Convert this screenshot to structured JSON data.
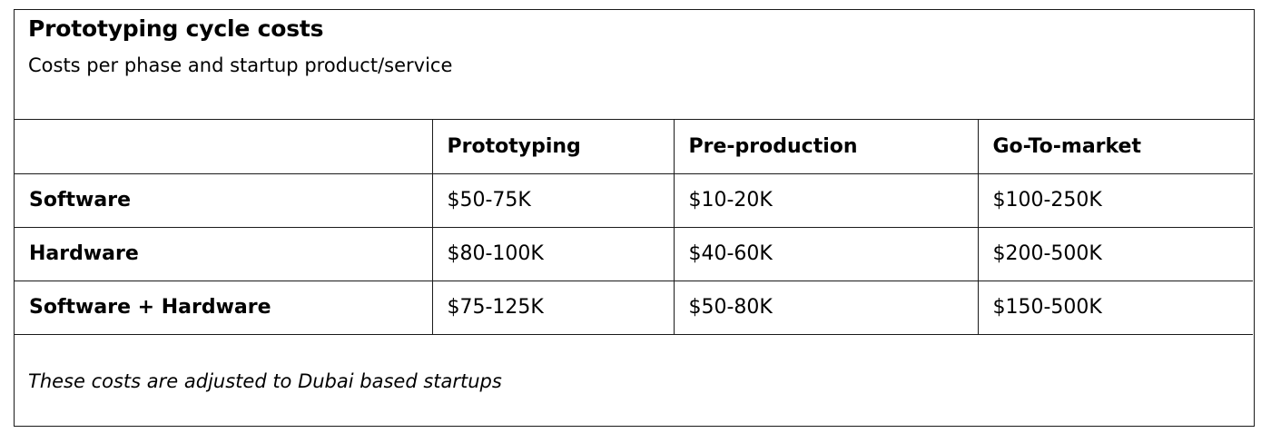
{
  "document": {
    "title": "Prototyping cycle costs",
    "subtitle": "Costs per phase and startup product/service",
    "table": {
      "columns": [
        "",
        "Prototyping",
        "Pre-production",
        "Go-To-market"
      ],
      "rows": [
        {
          "label": "Software",
          "values": [
            "$50-75K",
            "$10-20K",
            "$100-250K"
          ]
        },
        {
          "label": "Hardware",
          "values": [
            "$80-100K",
            "$40-60K",
            "$200-500K"
          ]
        },
        {
          "label": "Software + Hardware",
          "values": [
            "$75-125K",
            "$50-80K",
            "$150-500K"
          ]
        }
      ]
    },
    "footnote": "These costs are adjusted to Dubai based startups"
  },
  "colors": {
    "border": "#1a1a1a",
    "text": "#000000",
    "background": "#ffffff"
  }
}
